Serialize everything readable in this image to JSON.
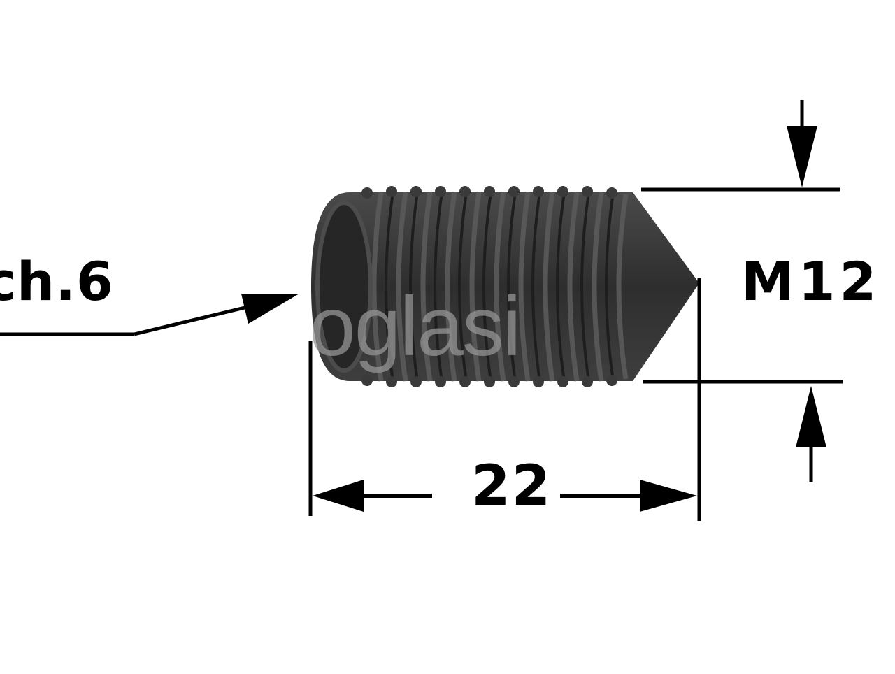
{
  "diagram": {
    "subject": "set screw with cone point, hex socket drive",
    "labels": {
      "drive_size": "ch.6",
      "thread_size": "M12",
      "length": "22"
    },
    "watermark": "oglasi",
    "colors": {
      "background": "#ffffff",
      "lines": "#000000",
      "screw_body": "#3a3a3a",
      "watermark": "#969696"
    }
  }
}
